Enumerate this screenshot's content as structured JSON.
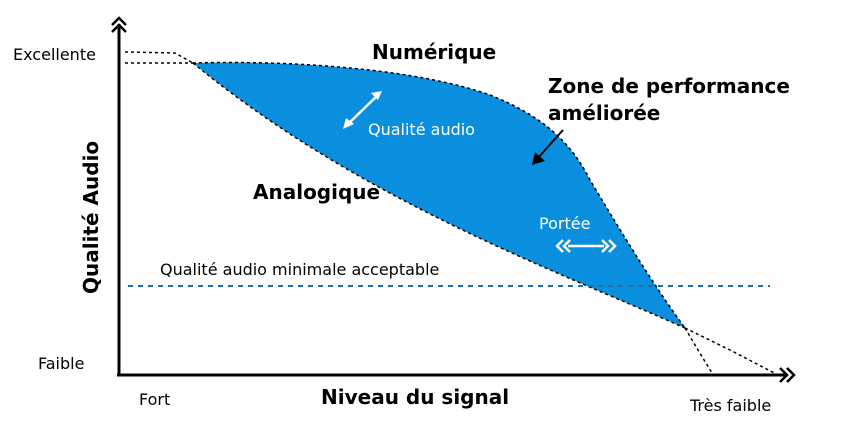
{
  "axes": {
    "y_title": "Qualité Audio",
    "x_title": "Niveau du signal",
    "y_top": "Excellente",
    "y_bottom": "Faible",
    "x_left": "Fort",
    "x_right": "Très faible"
  },
  "curves": {
    "digital": "Numérique",
    "analog": "Analogique"
  },
  "zone": {
    "line1": "Zone de performance",
    "line2": "améliorée",
    "quality_label": "Qualité audio",
    "range_label": "Portée"
  },
  "threshold": {
    "label": "Qualité audio minimale acceptable"
  },
  "colors": {
    "zone_fill": "#0a8fde",
    "threshold_line": "#1f6fa8",
    "axis": "#000000"
  }
}
